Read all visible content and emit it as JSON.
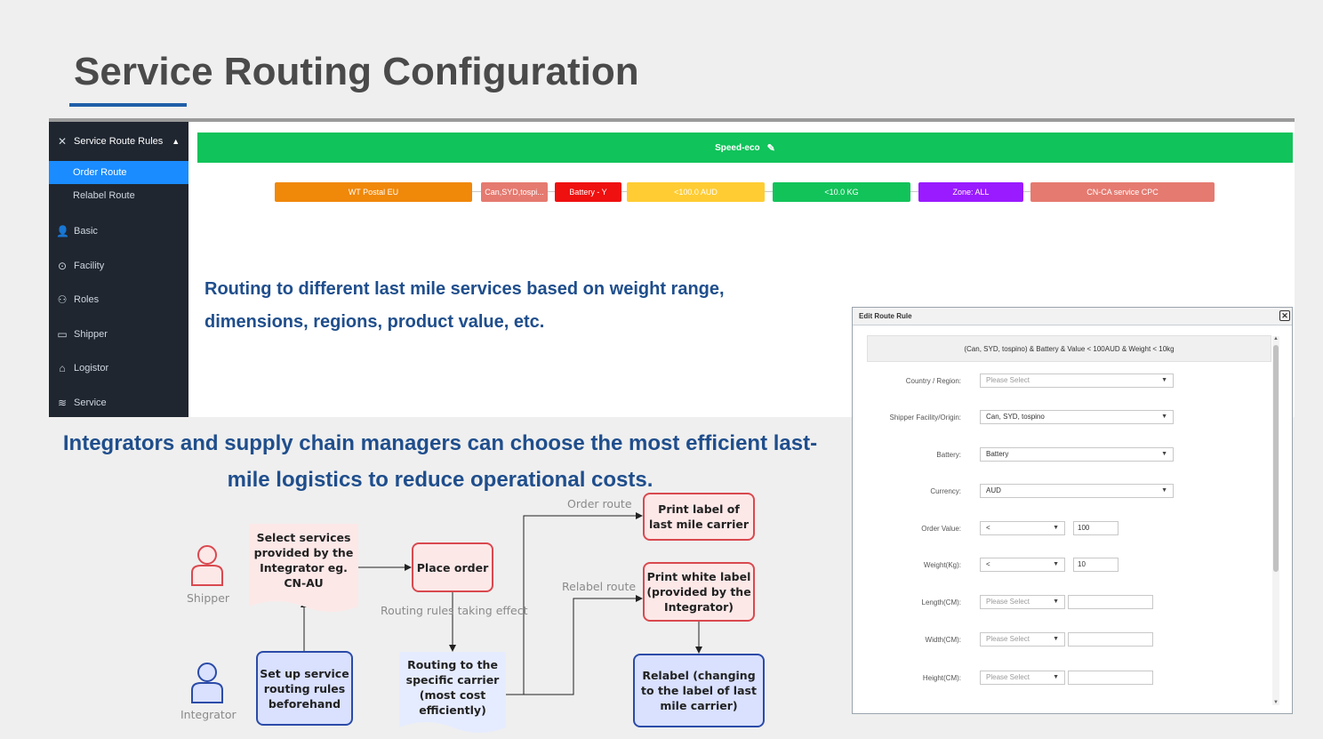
{
  "slide": {
    "title": "Service Routing Configuration",
    "main_description": "Integrators and supply chain managers can choose the most efficient last-mile logistics to reduce operational costs."
  },
  "app": {
    "sidebar": {
      "header": "Service Route Rules",
      "sub_items": [
        "Order Route",
        "Relabel Route"
      ],
      "items": [
        "Basic",
        "Facility",
        "Roles",
        "Shipper",
        "Logistor",
        "Service"
      ]
    },
    "service_name": "Speed-eco",
    "rule_chips": [
      {
        "label": "WT Postal EU",
        "color": "#f0880a"
      },
      {
        "label": "Can,SYD,tospi...",
        "color": "#e57a70"
      },
      {
        "label": "Battery - Y",
        "color": "#ef1010"
      },
      {
        "label": "<100.0 AUD",
        "color": "#ffcc33"
      },
      {
        "label": "<10.0 KG",
        "color": "#12c35a"
      },
      {
        "label": "Zone: ALL",
        "color": "#9a1bff"
      },
      {
        "label": "CN-CA service CPC",
        "color": "#e57a70"
      }
    ],
    "description": "Routing to different last mile services based on weight range, dimensions, regions, product value, etc."
  },
  "dialog": {
    "title": "Edit Route Rule",
    "summary": "(Can, SYD, tospino) & Battery & Value < 100AUD & Weight < 10kg",
    "fields": {
      "country_label": "Country / Region:",
      "country_placeholder": "Please Select",
      "origin_label": "Shipper Facility/Origin:",
      "origin_value": "Can, SYD, tospino",
      "battery_label": "Battery:",
      "battery_value": "Battery",
      "currency_label": "Currency:",
      "currency_value": "AUD",
      "order_value_label": "Order Value:",
      "order_value_op": "<",
      "order_value": "100",
      "weight_label": "Weight(Kg):",
      "weight_op": "<",
      "weight_value": "10",
      "length_label": "Length(CM):",
      "width_label": "Width(CM):",
      "height_label": "Height(CM):",
      "dim_placeholder": "Please Select"
    }
  },
  "flow": {
    "shipper": "Shipper",
    "integrator": "Integrator",
    "select_services": "Select services provided by the Integrator eg. CN-AU",
    "setup_rules": "Set up service routing rules beforehand",
    "place_order": "Place order",
    "routing_effect": "Routing rules taking effect",
    "routing_carrier": "Routing to the specific carrier (most cost efficiently)",
    "order_route": "Order route",
    "relabel_route": "Relabel route",
    "print_last_mile": "Print label of last mile carrier",
    "print_white": "Print white label (provided by the Integrator)",
    "relabel": "Relabel (changing to the label of last mile carrier)"
  }
}
